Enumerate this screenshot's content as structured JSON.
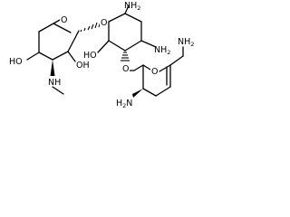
{
  "molecule": {
    "colors": {
      "bond": "#000000",
      "label": "#000000",
      "background": "#ffffff"
    },
    "labels": {
      "o_glycosidic_top": "O",
      "o_ring_left": "O",
      "nh2_top": "NH",
      "nh2_top_sub": "2",
      "nh2_mid": "NH",
      "nh2_mid_sub": "2",
      "nh2_right": "NH",
      "nh2_right_sub": "2",
      "nh2_bottom": "H",
      "nh2_bottom_sub": "2",
      "nh2_bottom_n": "N",
      "ho_left": "HO",
      "oh_left": "OH",
      "ho_center": "HO",
      "nh_methyl": "NH",
      "o_glycosidic_bottom": "O",
      "o_ring_right": "O"
    }
  }
}
